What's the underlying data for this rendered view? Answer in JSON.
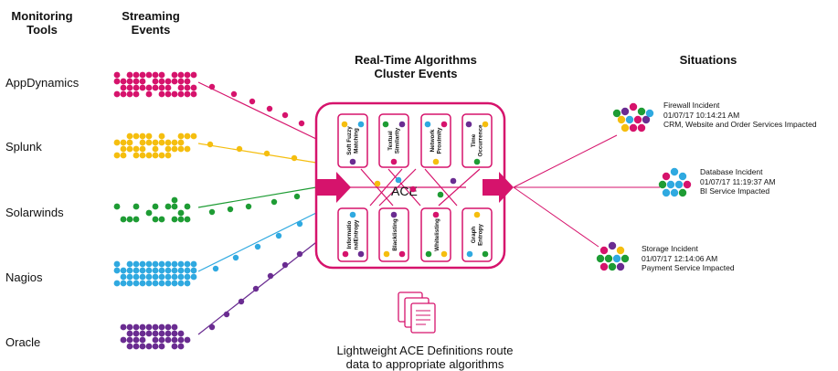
{
  "headers": {
    "monitoring_tools": "Monitoring\nTools",
    "streaming_events": "Streaming\nEvents",
    "algorithms_title": "Real-Time Algorithms\nCluster Events",
    "situations": "Situations"
  },
  "tools": [
    {
      "name": "AppDynamics",
      "color": "#d6136c"
    },
    {
      "name": "Splunk",
      "color": "#f5be0f"
    },
    {
      "name": "Solarwinds",
      "color": "#1e9c34"
    },
    {
      "name": "Nagios",
      "color": "#2fa9e0"
    },
    {
      "name": "Oracle",
      "color": "#6a2c91"
    }
  ],
  "ace": {
    "label": "ACE",
    "accent_color": "#d6136c",
    "algorithms_top": [
      "Soft Fuzzy Matching",
      "Textual Similarity",
      "Network Proximity",
      "Time Occurrence"
    ],
    "algorithms_bottom": [
      "Informatio nalEntropy",
      "Blacklisting",
      "Whitelisting",
      "Graph Entropy"
    ]
  },
  "situations": [
    {
      "title": "Firewall Incident",
      "time": "01/07/17 10:14:21 AM",
      "impact": "CRM, Website and Order Services Impacted"
    },
    {
      "title": "Database Incident",
      "time": "01/07/17 11:19:37 AM",
      "impact": "BI Service Impacted"
    },
    {
      "title": "Storage Incident",
      "time": "01/07/17 12:14:06 AM",
      "impact": "Payment Service Impacted"
    }
  ],
  "caption": "Lightweight ACE Definitions route\ndata to appropriate algorithms"
}
